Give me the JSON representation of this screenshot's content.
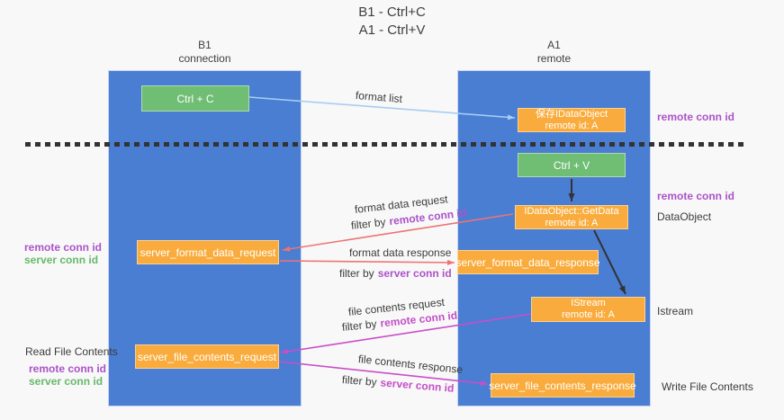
{
  "title": {
    "line1": "B1 - Ctrl+C",
    "line2": "A1 - Ctrl+V"
  },
  "lanes": {
    "left": {
      "name": "B1",
      "role": "connection"
    },
    "right": {
      "name": "A1",
      "role": "remote"
    }
  },
  "boxes": {
    "ctrl_c": {
      "label": "Ctrl + C"
    },
    "ctrl_v": {
      "label": "Ctrl + V"
    },
    "save_dataobject": {
      "line1": "保存IDataObject",
      "line2": "remote id: A"
    },
    "getdata": {
      "line1": "IDataObject::GetData",
      "line2": "remote id: A"
    },
    "istream": {
      "line1": "IStream",
      "line2": "remote id: A"
    },
    "server_format_data_request": {
      "label": "server_format_data_request"
    },
    "server_format_data_response": {
      "label": "server_format_data_response"
    },
    "server_file_contents_request": {
      "label": "server_file_contents_request"
    },
    "server_file_contents_response": {
      "label": "server_file_contents_response"
    }
  },
  "side_labels": {
    "right_remote_conn_id_top": "remote conn id",
    "right_remote_conn_id_mid": "remote conn id",
    "dataobject": "DataObject",
    "istream": "Istream",
    "write_file_contents": "Write File Contents",
    "left_remote_conn_id_top": "remote conn id",
    "left_server_conn_id_top": "server conn id",
    "read_file_contents": "Read File Contents",
    "left_remote_conn_id_bottom": "remote conn id",
    "left_server_conn_id_bottom": "server conn id"
  },
  "edge_labels": {
    "format_list": "format list",
    "format_data_request": "format data request",
    "format_data_response": "format data response",
    "file_contents_request": "file contents request",
    "file_contents_response": "file contents response",
    "filter_by": "filter by",
    "remote_conn_id": "remote conn id",
    "server_conn_id": "server conn id"
  },
  "colors": {
    "background": "#f8f8f8",
    "lane_fill": "#4a7ed2",
    "green_box": "#6fbe74",
    "orange_box": "#f9ac3d",
    "arrow_light_blue": "#a6cdf2",
    "arrow_salmon": "#ee7373",
    "arrow_magenta": "#c94ec9",
    "arrow_black": "#333333",
    "label_violet": "#ab53c8",
    "label_magenta": "#c44fc8",
    "label_green": "#67b96b",
    "text_dark": "#3c3c3c"
  }
}
